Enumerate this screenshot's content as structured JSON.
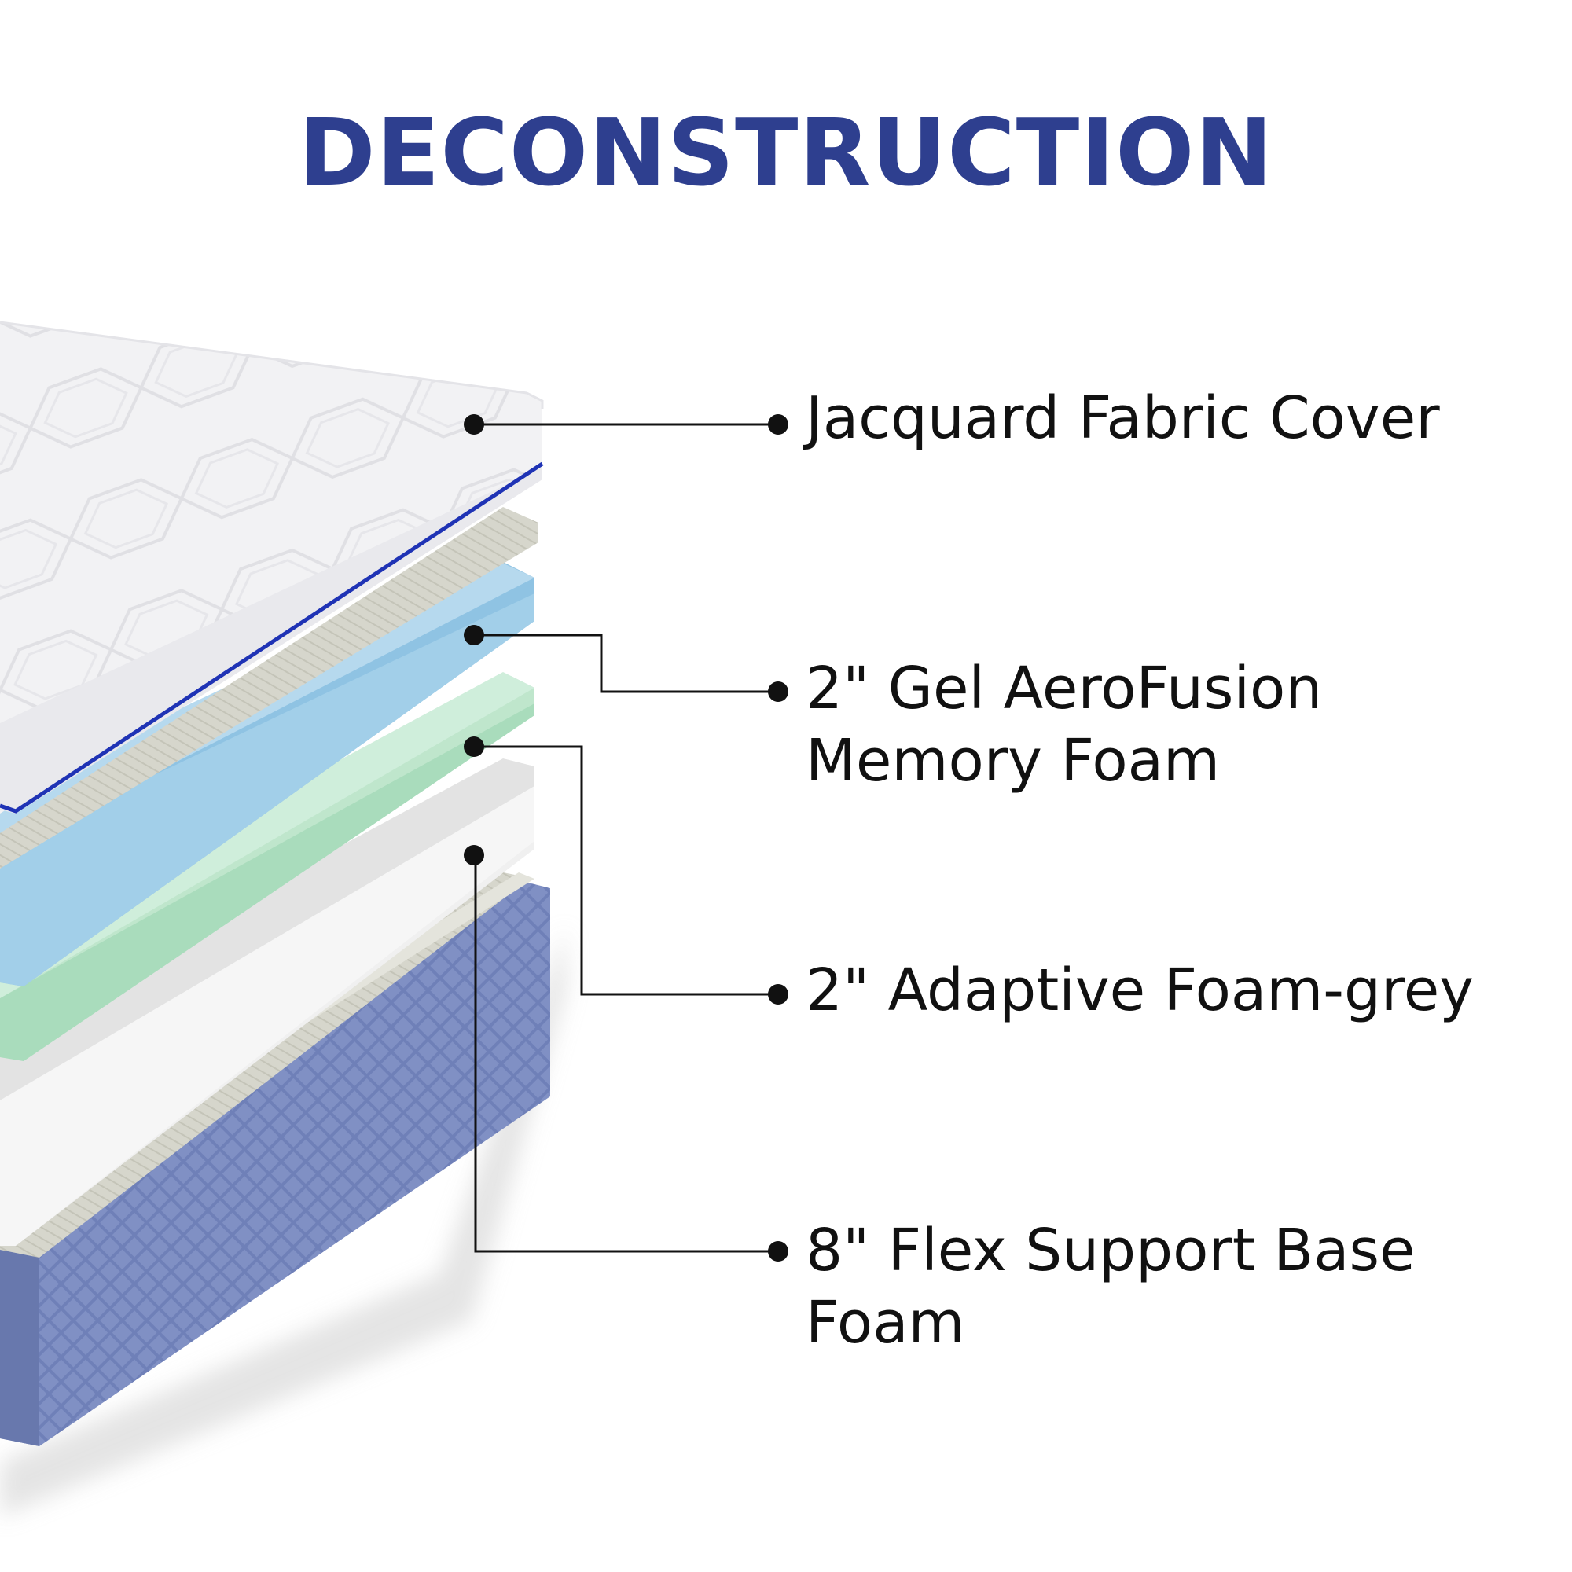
{
  "title": "DECONSTRUCTION",
  "colors": {
    "title": "#2e3f8f",
    "cover": "#f1f1f3",
    "cover_piping": "#1f33b5",
    "gel_foam": "#8fc3e3",
    "adaptive_foam": "#a9dcbc",
    "base_foam": "#ececec",
    "base_cover": "#6e7fb6",
    "callout_line": "#111111"
  },
  "layers": [
    {
      "name": "cover",
      "label_lines": [
        "Jacquard Fabric Cover"
      ]
    },
    {
      "name": "gel-foam",
      "label_lines": [
        "2\" Gel AeroFusion",
        "Memory Foam"
      ]
    },
    {
      "name": "adaptive-foam",
      "label_lines": [
        "2\" Adaptive Foam-grey"
      ]
    },
    {
      "name": "base-foam",
      "label_lines": [
        "8\" Flex Support Base",
        "Foam"
      ]
    }
  ]
}
